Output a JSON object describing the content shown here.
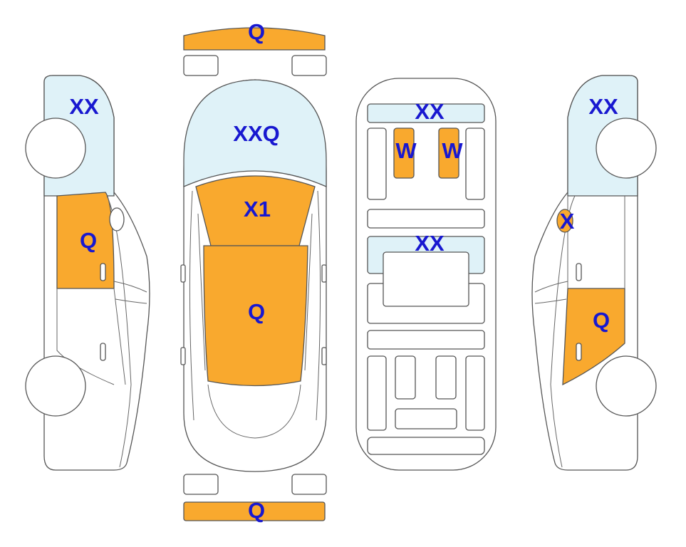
{
  "colors": {
    "damaged_panel": "#f9a92e",
    "glass": "#dff2f8",
    "label": "#1818d0",
    "outline": "#555555"
  },
  "labels": {
    "front_bumper": "Q",
    "rear_bumper": "Q",
    "hood_windshield": "XXQ",
    "roof": "X1",
    "trunk": "Q",
    "left_glass": "XX",
    "left_front_door": "Q",
    "right_glass": "XX",
    "right_mirror": "X",
    "right_rear_door": "Q",
    "underbody_front_glass": "XX",
    "underbody_rear_glass": "XX",
    "seat_left": "W",
    "seat_right": "W"
  }
}
